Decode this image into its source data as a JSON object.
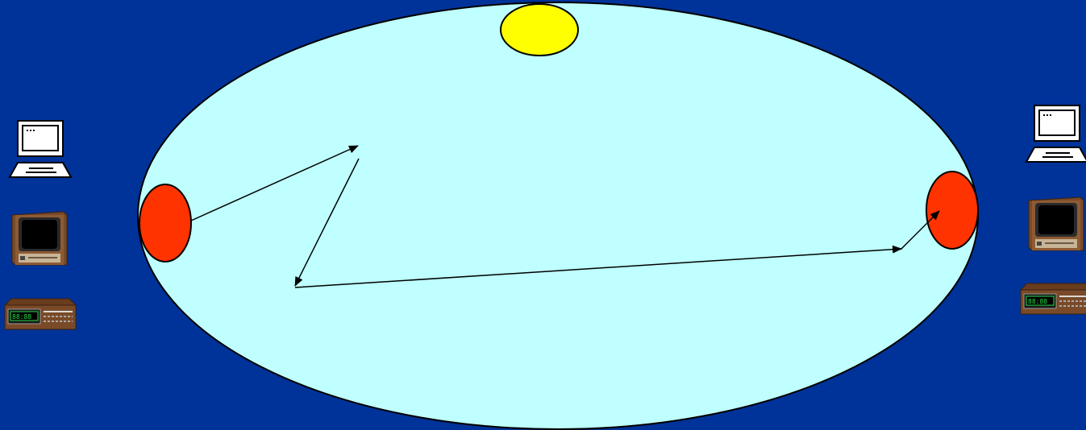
{
  "colors": {
    "background": "#003399",
    "network_fill": "#bfffff",
    "endpoint_fill": "#ff3300",
    "top_node_fill": "#ffff00",
    "outline": "#000000",
    "cabinet_wood": "#7a4a28",
    "screen": "#000000",
    "display_digits": "#22dd44"
  },
  "network": {
    "shape": "ellipse"
  },
  "nodes": [
    {
      "id": "left-endpoint",
      "shape": "ellipse",
      "color": "endpoint_fill"
    },
    {
      "id": "right-endpoint",
      "shape": "ellipse",
      "color": "endpoint_fill"
    },
    {
      "id": "top-node",
      "shape": "ellipse",
      "color": "top_node_fill"
    }
  ],
  "path": {
    "segments": [
      {
        "from": "left-endpoint",
        "to": "hop-1",
        "arrow": true
      },
      {
        "from": "hop-1",
        "to": "hop-2",
        "arrow": true
      },
      {
        "from": "hop-2",
        "to": "hop-3",
        "arrow": true
      },
      {
        "from": "hop-3",
        "to": "right-endpoint",
        "arrow": true
      }
    ]
  },
  "devices": {
    "left": [
      "computer-icon",
      "television-icon",
      "stereo-receiver-icon"
    ],
    "right": [
      "computer-icon",
      "television-icon",
      "stereo-receiver-icon"
    ]
  }
}
